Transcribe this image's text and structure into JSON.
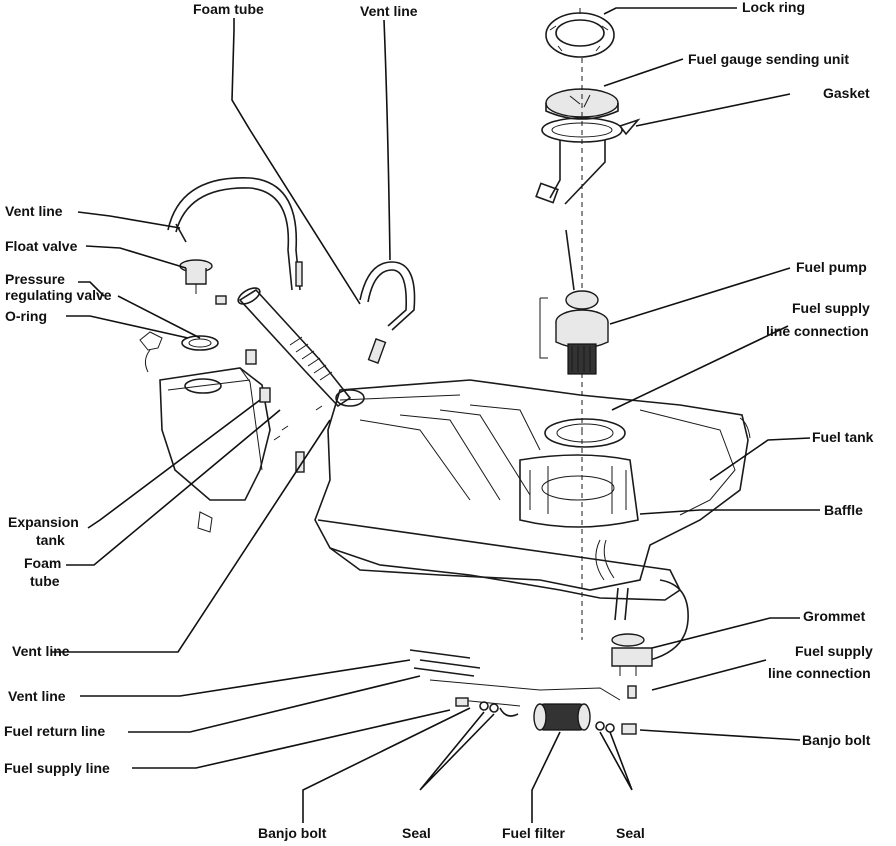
{
  "labels": {
    "foam_tube_top": "Foam tube",
    "vent_line_top": "Vent line",
    "lock_ring": "Lock ring",
    "fuel_gauge_sending_unit": "Fuel gauge sending unit",
    "gasket": "Gasket",
    "vent_line_left": "Vent line",
    "float_valve": "Float valve",
    "pressure_regulating_valve_1": "Pressure",
    "pressure_regulating_valve_2": "regulating valve",
    "o_ring": "O-ring",
    "fuel_pump": "Fuel pump",
    "fuel_supply_line_connection_top_1": "Fuel supply",
    "fuel_supply_line_connection_top_2": "line connection",
    "fuel_tank": "Fuel tank",
    "baffle": "Baffle",
    "expansion_tank_1": "Expansion",
    "expansion_tank_2": "tank",
    "foam_tube_left_1": "Foam",
    "foam_tube_left_2": "tube",
    "vent_line_mid_left": "Vent line",
    "grommet": "Grommet",
    "fuel_supply_line_connection_bottom_1": "Fuel supply",
    "fuel_supply_line_connection_bottom_2": "line connection",
    "vent_line_bottom": "Vent line",
    "fuel_return_line": "Fuel return line",
    "fuel_supply_line": "Fuel supply line",
    "banjo_bolt_right": "Banjo bolt",
    "banjo_bolt_bottom": "Banjo bolt",
    "seal_left": "Seal",
    "fuel_filter": "Fuel filter",
    "seal_right": "Seal"
  }
}
